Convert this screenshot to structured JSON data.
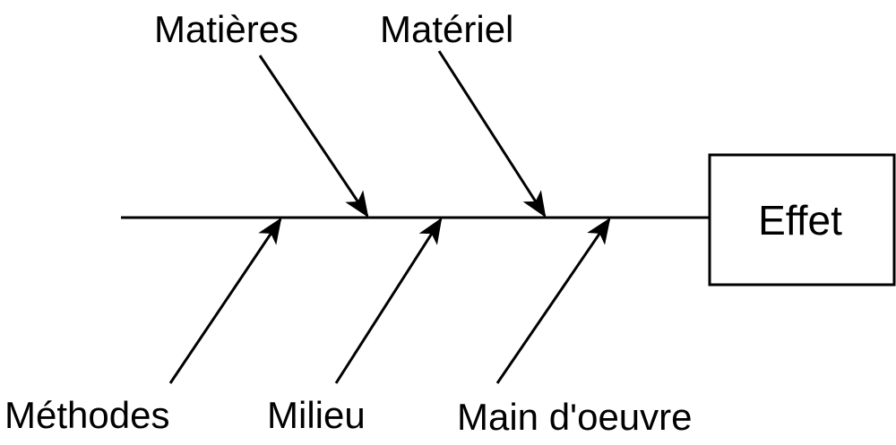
{
  "diagram": {
    "type": "fishbone",
    "effect": {
      "label": "Effet"
    },
    "causes": {
      "top": [
        {
          "label": "Matières"
        },
        {
          "label": "Matériel"
        }
      ],
      "bottom": [
        {
          "label": "Méthodes"
        },
        {
          "label": "Milieu"
        },
        {
          "label": "Main d'oeuvre"
        }
      ]
    }
  },
  "colors": {
    "line": "#000000",
    "background": "#ffffff",
    "text": "#000000"
  }
}
